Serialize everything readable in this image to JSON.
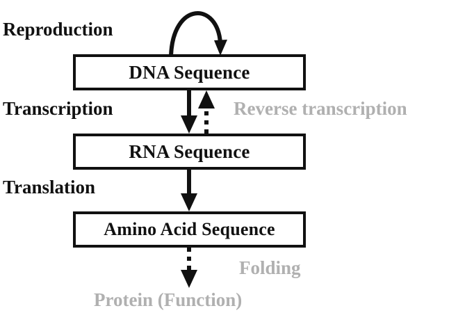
{
  "diagram": {
    "title": "Central dogma of molecular biology flow diagram",
    "colors": {
      "stroke": "#111111",
      "muted": "#b0b0b0",
      "background": "#ffffff"
    },
    "nodes": [
      {
        "id": "dna",
        "label": "DNA Sequence"
      },
      {
        "id": "rna",
        "label": "RNA Sequence"
      },
      {
        "id": "amino",
        "label": "Amino Acid Sequence"
      }
    ],
    "process_labels": [
      {
        "id": "reproduction",
        "label": "Reproduction",
        "style": "solid"
      },
      {
        "id": "transcription",
        "label": "Transcription",
        "style": "solid"
      },
      {
        "id": "translation",
        "label": "Translation",
        "style": "solid"
      }
    ],
    "muted_labels": [
      {
        "id": "reverse-transcription",
        "label": "Reverse transcription",
        "style": "dotted"
      },
      {
        "id": "folding",
        "label": "Folding",
        "style": "dotted"
      },
      {
        "id": "protein-function",
        "label": "Protein (Function)",
        "style": "muted-node"
      }
    ],
    "edges": [
      {
        "id": "reproduction-loop",
        "from": "dna",
        "to": "dna",
        "style": "solid",
        "shape": "curved-self-loop"
      },
      {
        "id": "transcription-arrow",
        "from": "dna",
        "to": "rna",
        "style": "solid",
        "shape": "straight-down"
      },
      {
        "id": "reverse-transcription-arrow",
        "from": "rna",
        "to": "dna",
        "style": "dotted",
        "shape": "straight-up"
      },
      {
        "id": "translation-arrow",
        "from": "rna",
        "to": "amino",
        "style": "solid",
        "shape": "straight-down"
      },
      {
        "id": "folding-arrow",
        "from": "amino",
        "to": "protein-function",
        "style": "dotted",
        "shape": "straight-down"
      }
    ]
  }
}
